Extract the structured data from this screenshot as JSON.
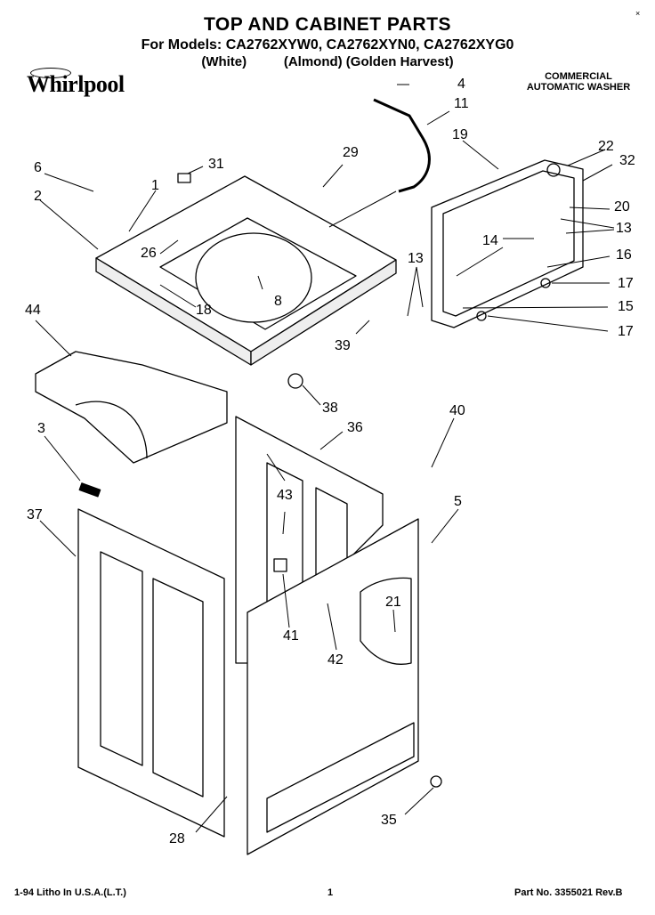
{
  "header": {
    "title": "TOP AND CABINET PARTS",
    "models": "For Models: CA2762XYW0, CA2762XYN0, CA2762XYG0",
    "colors": "(White)          (Almond) (Golden Harvest)"
  },
  "brand": {
    "name": "Whirlpool"
  },
  "product": {
    "line1": "COMMERCIAL",
    "line2": "AUTOMATIC WASHER"
  },
  "footer": {
    "litho": "1-94 Litho In U.S.A.(L.T.)",
    "page": "1",
    "part_no": "Part No. 3355021 Rev.B"
  },
  "ui": {
    "close_glyph": "×"
  },
  "callouts": [
    "1",
    "2",
    "3",
    "4",
    "5",
    "6",
    "8",
    "11",
    "13",
    "13",
    "14",
    "15",
    "16",
    "17",
    "17",
    "18",
    "19",
    "20",
    "21",
    "22",
    "26",
    "28",
    "29",
    "31",
    "32",
    "35",
    "36",
    "37",
    "38",
    "39",
    "40",
    "41",
    "42",
    "43",
    "44"
  ]
}
